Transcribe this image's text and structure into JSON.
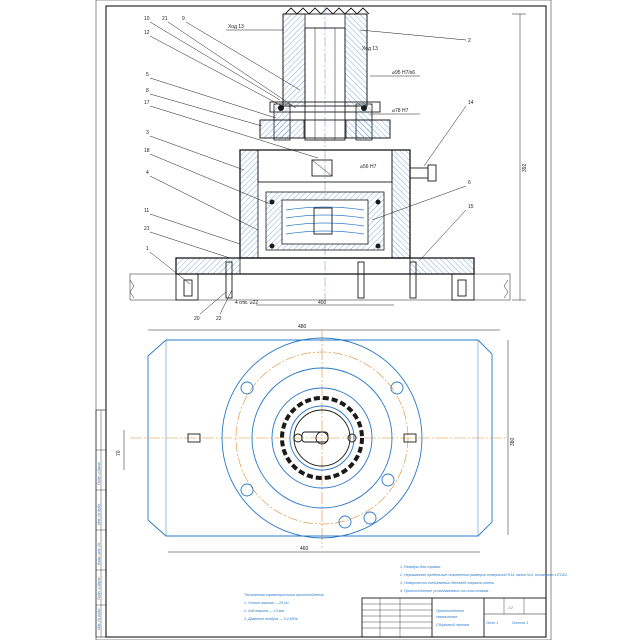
{
  "top_view": {
    "top_labels": [
      "Ход 13",
      "Ход 13"
    ],
    "dims": {
      "overall_height": "392",
      "width": "400",
      "fit_a": "⌀95 H7/s6",
      "fit_b": "⌀78 H7",
      "fit_c": "⌀56 H7",
      "small": "4 отв. ⌀22"
    },
    "callouts_left": [
      "10",
      "21",
      "9",
      "12",
      "5",
      "8",
      "17",
      "3",
      "18",
      "4",
      "11",
      "21",
      "1",
      "20",
      "22"
    ],
    "callouts_right": [
      "2",
      "14",
      "6",
      "15"
    ]
  },
  "plan_view": {
    "dims": {
      "width_top": "480",
      "width_bottom": "460",
      "height": "380",
      "side": "70"
    }
  },
  "notes": [
    "1. Размеры для справок.",
    "2. Неуказанные предельные отклонения размеров отверстий H14, валов h14, остальных ±IT14/2.",
    "3. Поверхности соединяемых деталей покрыть клеем.",
    "4. Приспособление устанавливать на стол станка."
  ],
  "spec_notes": [
    "Техническая характеристика приспособления:",
    "1. Усилие зажима — 25 кН.",
    "2. Ход поршня — 13 мм.",
    "3. Давление воздуха — 0,4 МПа."
  ],
  "title_block": {
    "name_line1": "Приспособление",
    "name_line2": "сверлильное",
    "name_line3": "Сборочный чертеж",
    "sheet": "Лист 1",
    "sheets": "Листов 1",
    "scale": "1:2"
  },
  "side_frame": [
    "Инв. № подл.",
    "Подп. и дата",
    "Взам. инв. №",
    "Инв. № дубл.",
    "Подп. и дата"
  ]
}
